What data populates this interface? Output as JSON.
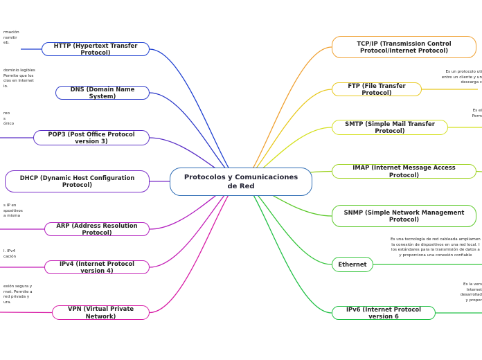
{
  "central": {
    "label": "Protocolos y Comunicaciones de Red",
    "color": "#2f6db5"
  },
  "left_topics": [
    {
      "id": "http",
      "label": "HTTP (Hypertext Transfer Protocol)",
      "color": "#1d3fd1",
      "note": "rmación\nnsmitir\neb."
    },
    {
      "id": "dns",
      "label": "DNS (Domain Name System)",
      "color": "#2b39c9",
      "note": "dominio legibles\nPermite que los\ncios en Internet\nio."
    },
    {
      "id": "pop3",
      "label": "POP3 (Post Office Protocol version 3)",
      "color": "#5a2fc6",
      "note": "reo\ns\nónico"
    },
    {
      "id": "dhcp",
      "label": "DHCP (Dynamic Host Configuration Protocol)",
      "color": "#7a2ec8",
      "note": ""
    },
    {
      "id": "arp",
      "label": "ARP (Address Resolution Protocol)",
      "color": "#b21fbf",
      "note": "s IP en\nspositivos\na misma"
    },
    {
      "id": "ipv4",
      "label": "IPv4 (Internet Protocol version 4)",
      "color": "#c41fb6",
      "note": "l. IPv4\ncación"
    },
    {
      "id": "vpn",
      "label": "VPN (Virtual Private Network)",
      "color": "#d81ea6",
      "note": "exión segura y\nrnet. Permite a\nred privada y\nura."
    }
  ],
  "right_topics": [
    {
      "id": "tcpip",
      "label": "TCP/IP (Transmission Control Protocol/Internet Protocol)",
      "color": "#f0a030",
      "note": ""
    },
    {
      "id": "ftp",
      "label": "FTP (File Transfer Protocol)",
      "color": "#e8c81c",
      "note": "Es un protocolo uti\nentre un cliente y un\ndescarga c"
    },
    {
      "id": "smtp",
      "label": "SMTP (Simple Mail Transfer Protocol)",
      "color": "#d4e01e",
      "note": "Es el\nPerm"
    },
    {
      "id": "imap",
      "label": "IMAP (Internet Message Access Protocol)",
      "color": "#9cd21e",
      "note": "E"
    },
    {
      "id": "snmp",
      "label": "SNMP (Simple Network Management Protocol)",
      "color": "#5cc92a",
      "note": ""
    },
    {
      "id": "ethernet",
      "label": "Ethernet",
      "color": "#35c53c",
      "note": "Es una tecnología de red cableada ampliamen\nla conexión de dispositivos en una red local. I\nlos estándares para la transmisión de datos a\ny proporciona una conexión confiable"
    },
    {
      "id": "ipv6",
      "label": "IPv6 (Internet Protocol version 6",
      "color": "#22c046",
      "note": "Es la vers\nInternet\ndesarrollad\ny propor"
    }
  ]
}
